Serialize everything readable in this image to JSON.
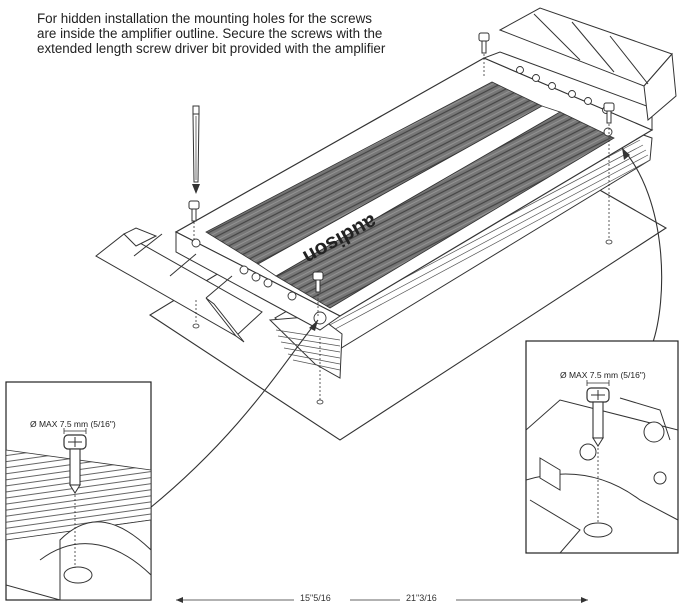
{
  "caption": {
    "line1": "For hidden installation the mounting holes for the screws",
    "line2": "are inside the amplifier outline. Secure the screws with the",
    "line3": "extended length screw driver bit provided with the amplifier"
  },
  "brand_logo": "audison",
  "left_inset": {
    "label": "Ø MAX 7.5 mm (5/16\")"
  },
  "right_inset": {
    "label": "Ø MAX 7.5 mm (5/16\")"
  },
  "dimension": {
    "left": "15\"5/16",
    "right": "21\"3/16"
  },
  "colors": {
    "line": "#333333",
    "heatsink": "#6e6e6e",
    "paper": "#ffffff"
  }
}
